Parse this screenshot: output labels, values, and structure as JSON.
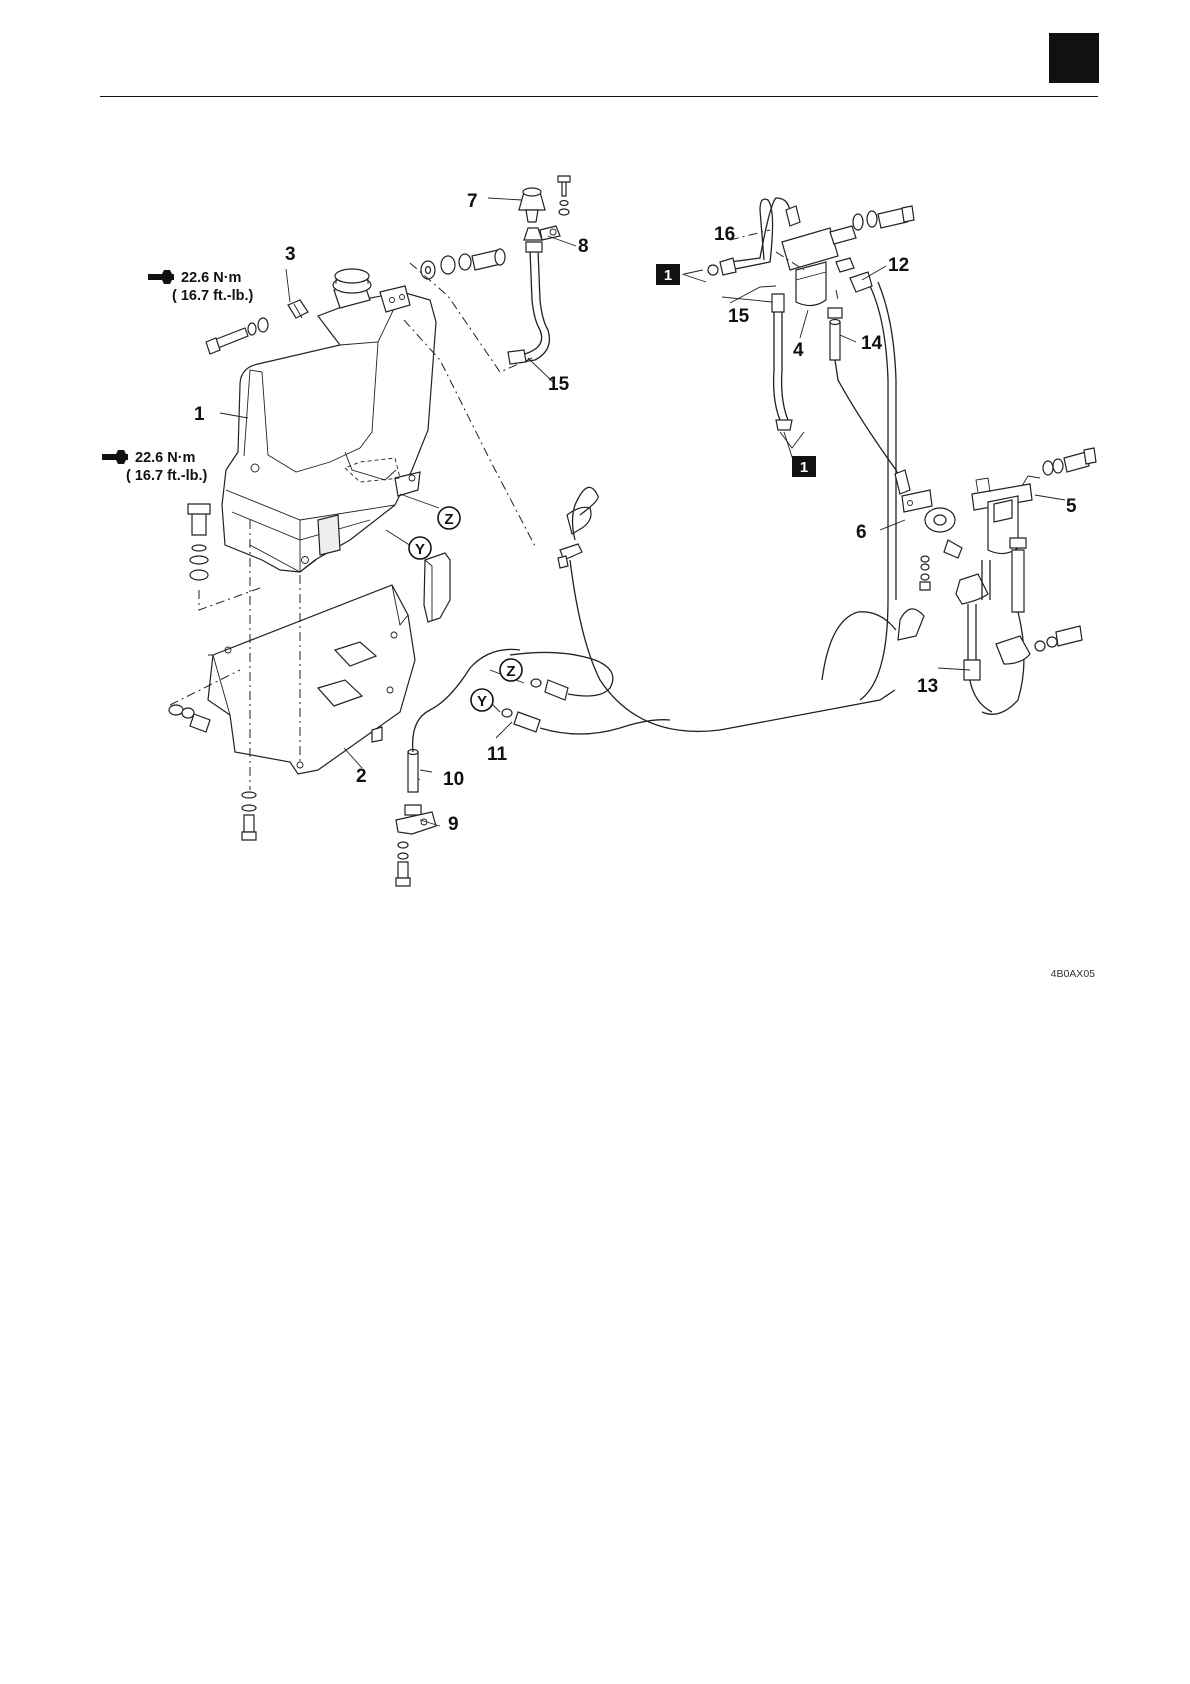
{
  "diagram": {
    "figure_code": "4B0AX05",
    "callouts": [
      "1",
      "2",
      "3",
      "4",
      "5",
      "6",
      "7",
      "8",
      "9",
      "10",
      "11",
      "12",
      "13",
      "14",
      "15",
      "15",
      "16"
    ],
    "torque_specs": [
      {
        "metric": "22.6 N·m",
        "imperial": "( 16.7 ft.-lb.)"
      },
      {
        "metric": "22.6 N·m",
        "imperial": "( 16.7 ft.-lb.)"
      }
    ],
    "connection_letters": [
      "Z",
      "Y",
      "Z",
      "Y"
    ],
    "reference_boxes": [
      "1",
      "1"
    ],
    "icons": {
      "torque": "wrench-icon",
      "tab": "section-tab"
    }
  }
}
